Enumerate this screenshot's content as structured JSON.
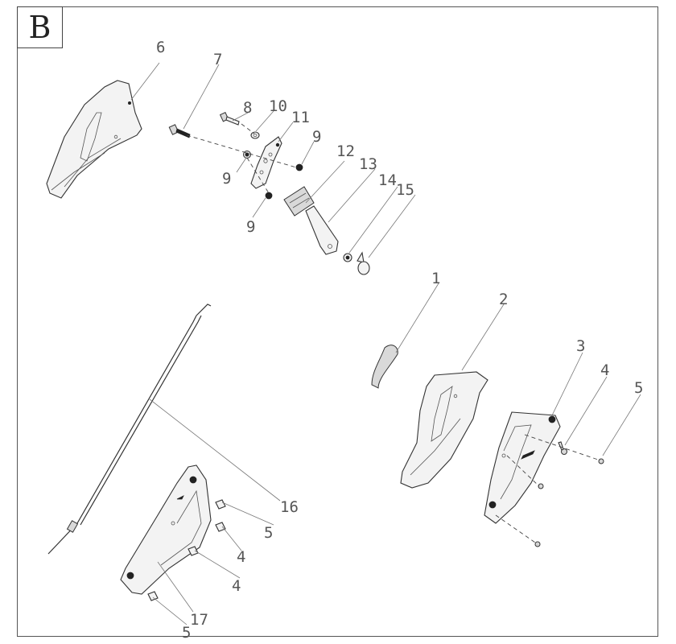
{
  "diagram": {
    "section_label": "B",
    "callouts": [
      {
        "id": "c1",
        "text": "1"
      },
      {
        "id": "c2",
        "text": "2"
      },
      {
        "id": "c3",
        "text": "3"
      },
      {
        "id": "c4a",
        "text": "4"
      },
      {
        "id": "c5a",
        "text": "5"
      },
      {
        "id": "c6",
        "text": "6"
      },
      {
        "id": "c7",
        "text": "7"
      },
      {
        "id": "c8",
        "text": "8"
      },
      {
        "id": "c9a",
        "text": "9"
      },
      {
        "id": "c9b",
        "text": "9"
      },
      {
        "id": "c9c",
        "text": "9"
      },
      {
        "id": "c10",
        "text": "10"
      },
      {
        "id": "c11",
        "text": "11"
      },
      {
        "id": "c12",
        "text": "12"
      },
      {
        "id": "c13",
        "text": "13"
      },
      {
        "id": "c14",
        "text": "14"
      },
      {
        "id": "c15",
        "text": "15"
      },
      {
        "id": "c16",
        "text": "16"
      },
      {
        "id": "c5b",
        "text": "5"
      },
      {
        "id": "c4b",
        "text": "4"
      },
      {
        "id": "c4c",
        "text": "4"
      },
      {
        "id": "c17",
        "text": "17"
      },
      {
        "id": "c5c",
        "text": "5"
      }
    ]
  }
}
